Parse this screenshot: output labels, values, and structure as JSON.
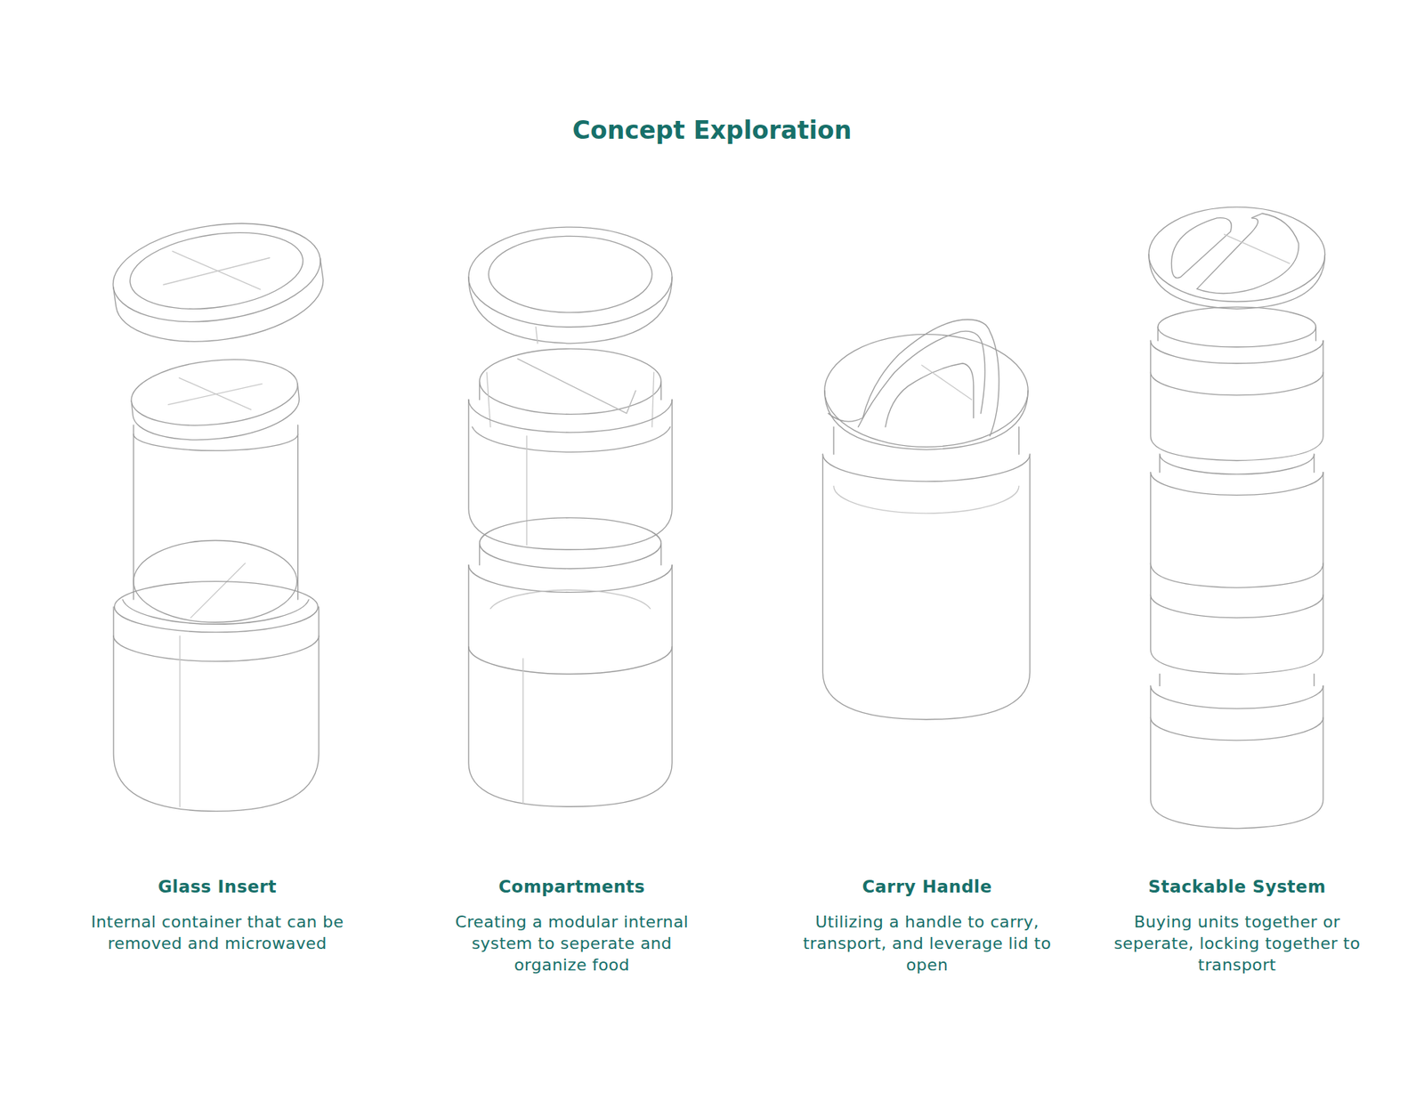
{
  "diagram": {
    "title": "Concept Exploration",
    "labels": [
      "Glass Insert",
      "Internal container that can be removed and microwaved",
      "Compartments",
      "Creating a modular internal system to seperate and organize food",
      "Carry Handle",
      "Utilizing a handle to carry, transport, and leverage lid to open",
      "Stackable System",
      "Buying units together or seperate, locking together to transport"
    ]
  }
}
